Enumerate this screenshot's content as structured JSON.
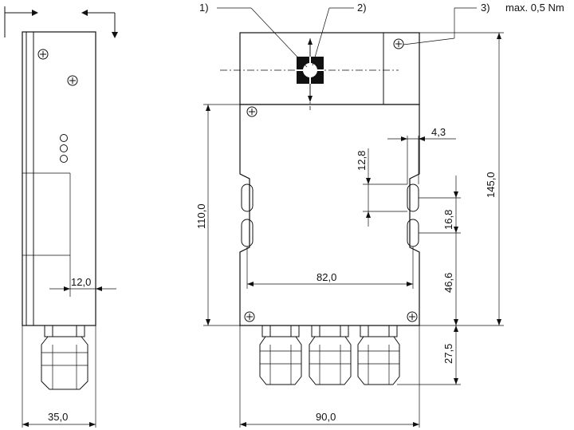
{
  "callouts": {
    "c1": "1)",
    "c2": "2)",
    "c3": "3)",
    "torque": "max. 0,5 Nm"
  },
  "dimensions": {
    "side_offset": "12,0",
    "side_width": "35,0",
    "height_upper": "110,0",
    "height_total": "145,0",
    "hole_pitch_horizontal": "82,0",
    "slot_width": "4,3",
    "slot_height": "12,8",
    "slot_spacing": "16,8",
    "slot_from_bottom": "46,6",
    "gland_length": "27,5",
    "front_width": "90,0"
  }
}
